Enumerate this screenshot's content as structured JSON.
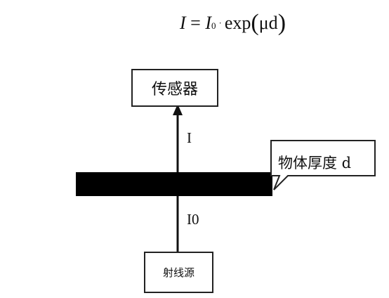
{
  "formula": {
    "lhs": "I",
    "eq": "=",
    "i0_main": "I",
    "i0_sub": "0",
    "dot": "·",
    "func": "exp",
    "open": "(",
    "arg": "μd",
    "close": ")"
  },
  "sensor_label": "传感器",
  "source_label": "射线源",
  "intensity_label": "I",
  "initial_intensity_label": "I0",
  "object_label": "物体厚度 d",
  "colors": {
    "line": "#111111",
    "slab": "#000000"
  }
}
